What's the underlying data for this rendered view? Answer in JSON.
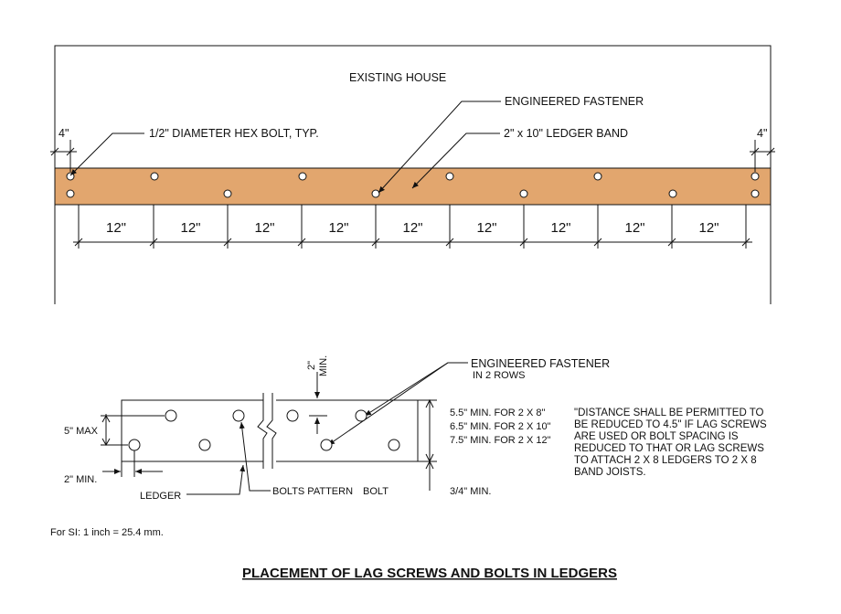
{
  "plan": {
    "existing_house": "EXISTING HOUSE",
    "engineered_fastener": "ENGINEERED FASTENER",
    "hex_bolt": "1/2\" DIAMETER HEX BOLT, TYP.",
    "ledger_band": "2\" x 10\" LEDGER BAND",
    "end_left": "4\"",
    "end_right": "4\"",
    "spacings": [
      "12\"",
      "12\"",
      "12\"",
      "12\"",
      "12\"",
      "12\"",
      "12\"",
      "12\"",
      "12\""
    ],
    "ledger_color": "#E2A66E"
  },
  "detail": {
    "min_top_a": "2\"",
    "min_top_b": "MIN.",
    "engineered_fastener": "ENGINEERED FASTENER",
    "in_2_rows": "IN 2 ROWS",
    "five_max": "5\" MAX",
    "two_min": "2\" MIN.",
    "ledger": "LEDGER",
    "bolts_pattern": "BOLTS PATTERN",
    "bolt": "BOLT",
    "min_2x8": "5.5\" MIN. FOR 2 X 8\"",
    "min_2x10": "6.5\" MIN. FOR 2 X 10\"",
    "min_2x12": "7.5\" MIN. FOR 2 X 12\"",
    "three_quarter_min": "3/4\" MIN."
  },
  "note_lines": [
    "\"DISTANCE SHALL BE PERMITTED TO",
    "BE REDUCED TO 4.5\" IF LAG SCREWS",
    "ARE USED OR BOLT SPACING IS",
    "REDUCED TO THAT OR LAG SCREWS",
    "TO ATTACH 2 X 8 LEDGERS TO 2 X 8",
    "BAND JOISTS."
  ],
  "si_note": "For SI: 1 inch = 25.4 mm.",
  "title": "PLACEMENT OF LAG SCREWS AND BOLTS IN LEDGERS"
}
